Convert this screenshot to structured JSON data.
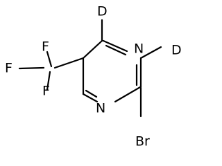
{
  "atoms": {
    "n_top": "N",
    "n_bottom": "N",
    "d_top": "D",
    "d_right": "D",
    "f_top": "F",
    "f_left": "F",
    "f_bottom": "F",
    "br": "Br"
  }
}
